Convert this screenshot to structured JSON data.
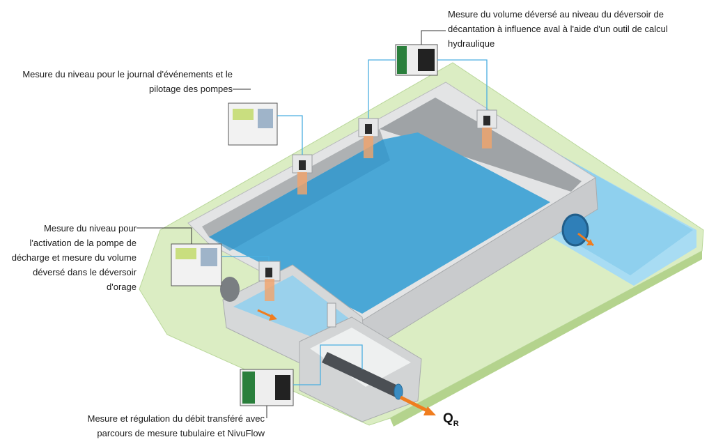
{
  "annotations": {
    "top_right": [
      "Mesure du volume déversé au niveau du déversoir de",
      "décantation à influence aval à l'aide d'un outil de calcul",
      "hydraulique"
    ],
    "upper_left": [
      "Mesure du niveau pour le journal d'événements et le",
      "pilotage des pompes"
    ],
    "middle_left": [
      "Mesure du niveau pour",
      "l'activation de la pompe de",
      "décharge et mesure du volume",
      "déversé dans le déversoir",
      "d'orage"
    ],
    "bottom": [
      "Mesure et régulation du débit transféré avec",
      "parcours de mesure tubulaire et NivuFlow"
    ]
  },
  "flow_symbol": {
    "main": "Q",
    "subscript": "R"
  },
  "colors": {
    "water": "#4aa7d6",
    "water_light": "#8fd0ee",
    "concrete": "#d2d4d5",
    "concrete_dark": "#a9acae",
    "grass": "#d8ebbd",
    "connector_line": "#4aaee0",
    "arrow": "#f07d1f"
  }
}
